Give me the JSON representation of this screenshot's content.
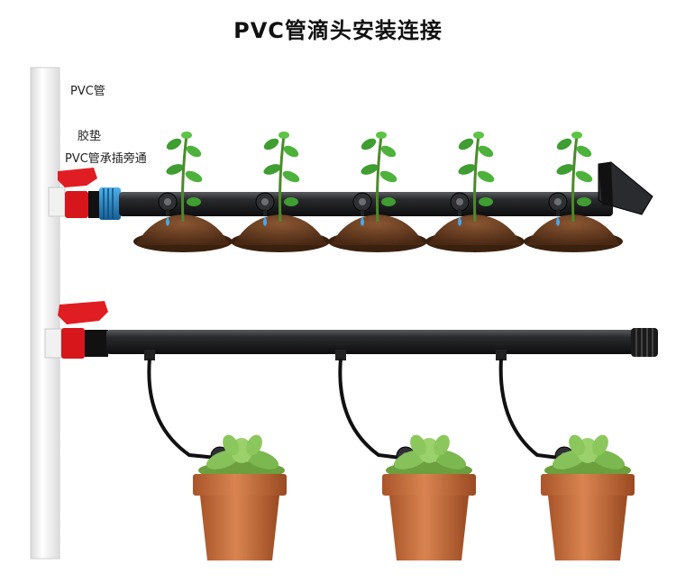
{
  "title": "PVC管滴头安装连接",
  "labels": {
    "pvc_pipe": "PVC管",
    "gasket": "胶垫",
    "bypass": "PVC管承插旁通"
  },
  "colors": {
    "pipe": "#1b1c1e",
    "valve_red": "#d6161b",
    "coupler_blue": "#1f86c9",
    "soil": "#6b3e22",
    "pot": "#c9713f",
    "leaf": "#3f9d31",
    "succulent": "#87c15a",
    "water": "#4aa8e8"
  },
  "icons": [
    "ball-valve-icon",
    "drip-emitter-icon",
    "end-plug-icon",
    "plant-icon",
    "clay-pot-icon"
  ]
}
